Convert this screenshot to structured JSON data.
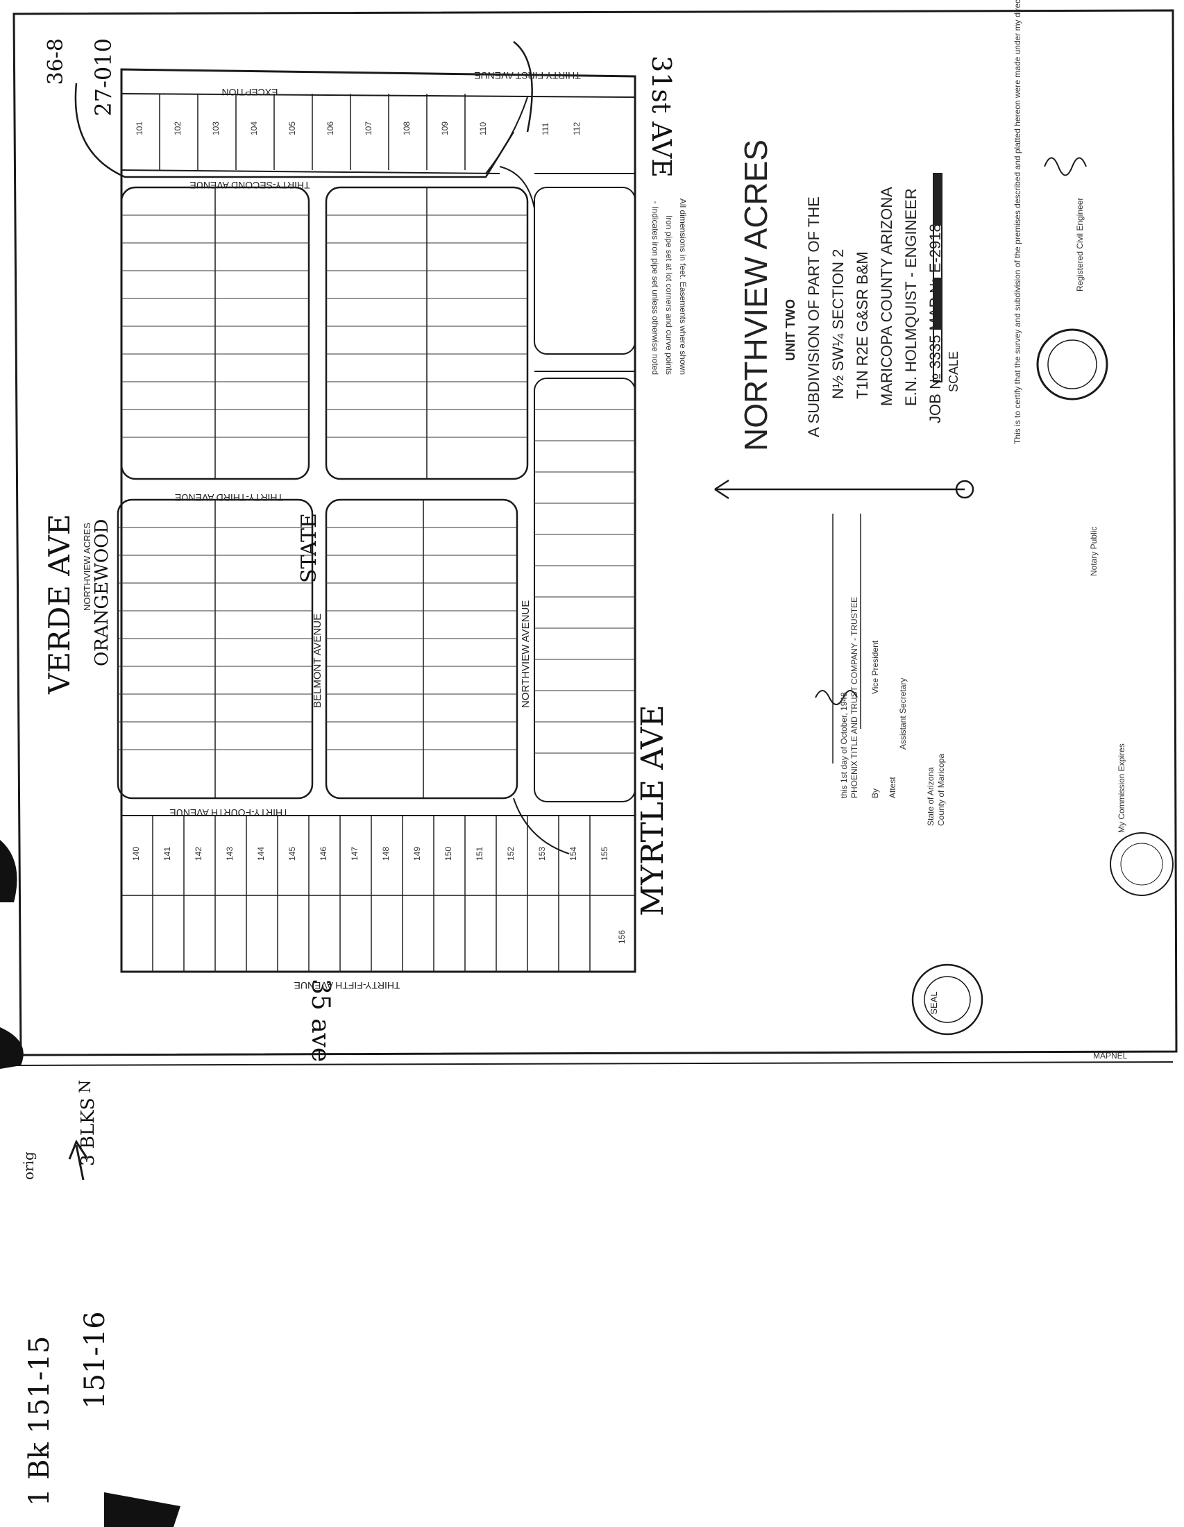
{
  "sheet": {
    "corner_ref": "36-8",
    "map_ref": "27-010",
    "footer_mark": "MAPNEL"
  },
  "title": {
    "main": "NORTHVIEW ACRES",
    "unit": "UNIT TWO",
    "lines": [
      "A SUBDIVISION OF PART OF THE",
      "N½ SW¼ SECTION 2",
      "T1N R2E G&SR B&M",
      "MARICOPA COUNTY ARIZONA",
      "E.N. HOLMQUIST - ENGINEER",
      "JOB № 3335   MAP № E-2918",
      "SCALE"
    ]
  },
  "streets": {
    "verde": "VERDE AVE",
    "orangewood": "ORANGEWOOD",
    "myrtle": "MYRTLE AVE",
    "ave_31": "31st AVE",
    "ave_35": "35 ave",
    "belmont": "BELMONT AVENUE",
    "northview": "NORTHVIEW AVENUE",
    "thirty_second": "THIRTY-SECOND AVENUE",
    "thirty_third": "THIRTY-THIRD AVENUE",
    "thirty_fourth": "THIRTY-FOURTH AVENUE",
    "thirty_fifth": "THIRTY-FIFTH AVENUE",
    "thirty_first": "THIRTY-FIRST AVENUE",
    "exception": "EXCEPTION",
    "northview_acres_label": "NORTHVIEW ACRES",
    "state_stamp": "STATE"
  },
  "lot_numbers": {
    "top_row": [
      "101",
      "102",
      "103",
      "104",
      "105",
      "106",
      "107",
      "108",
      "109",
      "110",
      "111",
      "112"
    ],
    "bottom_row": [
      "140",
      "141",
      "142",
      "143",
      "144",
      "145",
      "146",
      "147",
      "148",
      "149",
      "150",
      "151",
      "152",
      "153",
      "154",
      "155",
      "156"
    ]
  },
  "notes": {
    "n1": "◦ Indicates iron pipe set unless otherwise noted",
    "n2": "Iron pipe set at lot corners and curve points",
    "n3": "All dimensions in feet. Easements where shown"
  },
  "dedication": {
    "owner": "PHOENIX TITLE AND TRUST COMPANY - TRUSTEE",
    "by": "By",
    "attest": "Attest",
    "vice_president": "Vice President",
    "asst_secretary": "Assistant Secretary",
    "date_line": "this 1st day of October, 1948"
  },
  "acknowledgment": {
    "state": "State of Arizona",
    "county": "County of Maricopa",
    "notary": "Notary Public",
    "commission": "My Commission Expires"
  },
  "engineer_cert": {
    "text": "This is to certify that the survey and subdivision of the premises described and platted hereon were made under my direction during the month of October",
    "title": "Registered Civil Engineer"
  },
  "seal": {
    "text": "SEAL"
  },
  "margin_notes": {
    "book": "1 Bk 151-15",
    "book2": "151-16",
    "blocks": "3 BLKS",
    "north": "N",
    "orig": "orig"
  }
}
